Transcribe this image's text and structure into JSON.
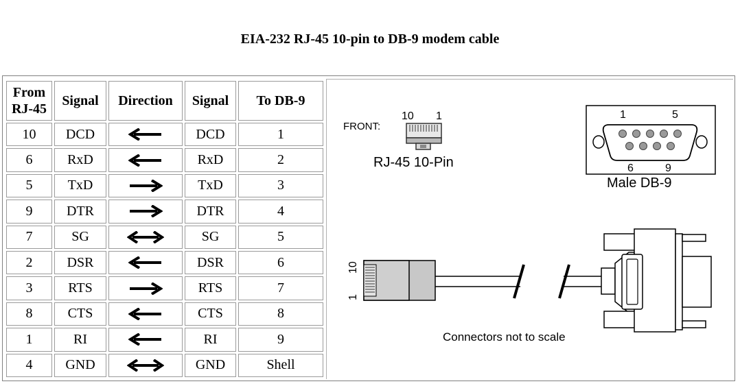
{
  "title": "EIA-232 RJ-45 10-pin to DB-9 modem cable",
  "table": {
    "headers": [
      "From RJ-45",
      "Signal",
      "Direction",
      "Signal",
      "To DB-9"
    ],
    "rows": [
      {
        "rj45": "10",
        "signal_a": "DCD",
        "direction": "left",
        "signal_b": "DCD",
        "db9": "1"
      },
      {
        "rj45": "6",
        "signal_a": "RxD",
        "direction": "left",
        "signal_b": "RxD",
        "db9": "2"
      },
      {
        "rj45": "5",
        "signal_a": "TxD",
        "direction": "right",
        "signal_b": "TxD",
        "db9": "3"
      },
      {
        "rj45": "9",
        "signal_a": "DTR",
        "direction": "right",
        "signal_b": "DTR",
        "db9": "4"
      },
      {
        "rj45": "7",
        "signal_a": "SG",
        "direction": "both",
        "signal_b": "SG",
        "db9": "5"
      },
      {
        "rj45": "2",
        "signal_a": "DSR",
        "direction": "left",
        "signal_b": "DSR",
        "db9": "6"
      },
      {
        "rj45": "3",
        "signal_a": "RTS",
        "direction": "right",
        "signal_b": "RTS",
        "db9": "7"
      },
      {
        "rj45": "8",
        "signal_a": "CTS",
        "direction": "left",
        "signal_b": "CTS",
        "db9": "8"
      },
      {
        "rj45": "1",
        "signal_a": "RI",
        "direction": "left",
        "signal_b": "RI",
        "db9": "9"
      },
      {
        "rj45": "4",
        "signal_a": "GND",
        "direction": "both",
        "signal_b": "GND",
        "db9": "Shell"
      }
    ]
  },
  "diagram": {
    "front_label": "FRONT:",
    "rj45_pin_10": "10",
    "rj45_pin_1": "1",
    "rj45_caption": "RJ-45 10-Pin",
    "db9_pin_1": "1",
    "db9_pin_5": "5",
    "db9_pin_6": "6",
    "db9_pin_9": "9",
    "db9_caption": "Male DB-9",
    "cable_pin_10": "10",
    "cable_pin_1": "1",
    "note": "Connectors not to scale"
  }
}
